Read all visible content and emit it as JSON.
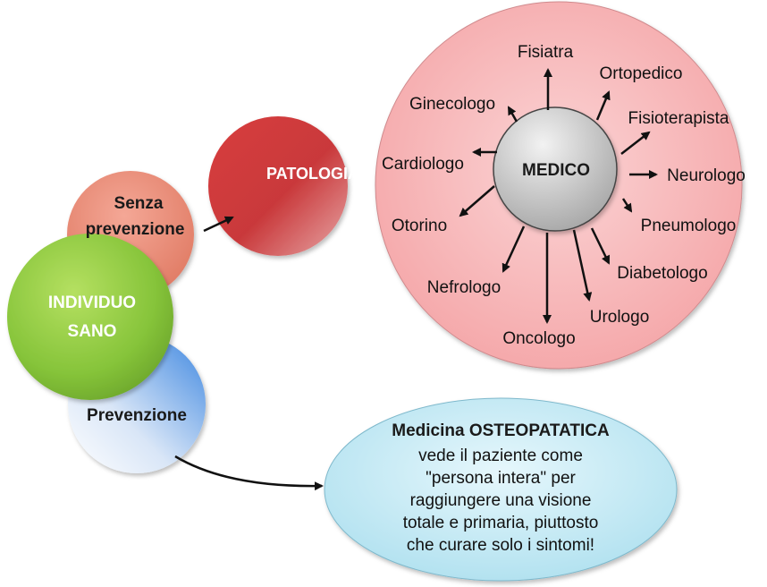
{
  "individuo": {
    "line1": "INDIVIDUO",
    "line2": "SANO"
  },
  "senza": {
    "line1": "Senza",
    "line2": "prevenzione"
  },
  "prevenzione": {
    "label": "Prevenzione"
  },
  "patologia": {
    "label": "PATOLOGIA"
  },
  "medico": {
    "label": "MEDICO"
  },
  "specialists": [
    "Fisiatra",
    "Ortopedico",
    "Fisioterapista",
    "Neurologo",
    "Pneumologo",
    "Diabetologo",
    "Urologo",
    "Oncologo",
    "Nefrologo",
    "Otorino",
    "Cardiologo",
    "Ginecologo"
  ],
  "osteopatia": {
    "title": "Medicina OSTEOPATATICA",
    "lines": [
      "vede il paziente come",
      "\"persona intera\" per",
      "raggiungere una visione",
      "totale e primaria, piuttosto",
      "che curare solo i sintomi!"
    ]
  },
  "colors": {
    "green": "#8dc63f",
    "salmon": "#e8826e",
    "red": "#c9393b",
    "pink": "#f7b6b8",
    "blue": "#5b9bd5",
    "lightblue": "#c5ebf5",
    "gray": "#c8c8c8"
  }
}
